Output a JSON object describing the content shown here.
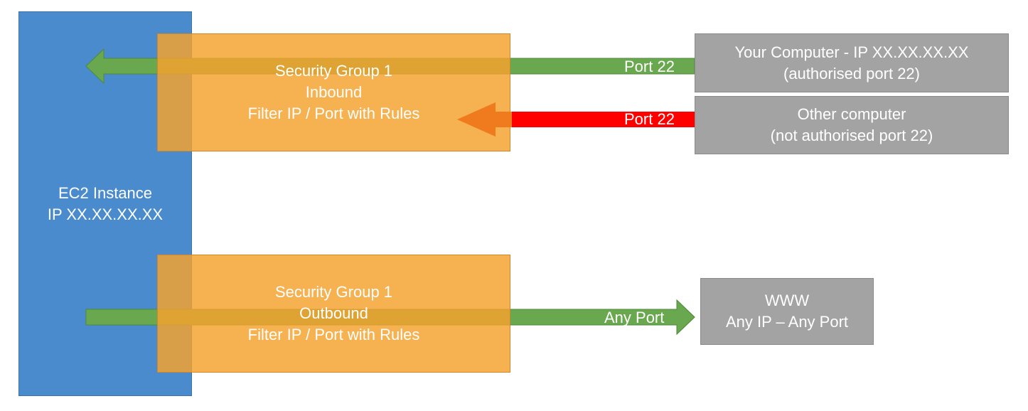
{
  "ec2": {
    "line1": "EC2 Instance",
    "line2": "IP XX.XX.XX.XX"
  },
  "sg_inbound": {
    "line1": "Security Group 1",
    "line2": "Inbound",
    "line3": "Filter IP / Port with Rules"
  },
  "sg_outbound": {
    "line1": "Security Group 1",
    "line2": "Outbound",
    "line3": "Filter IP / Port with Rules"
  },
  "your_computer": {
    "line1": "Your Computer - IP XX.XX.XX.XX",
    "line2": "(authorised port 22)"
  },
  "other_computer": {
    "line1": "Other computer",
    "line2": "(not authorised port 22)"
  },
  "www": {
    "line1": "WWW",
    "line2": "Any IP – Any Port"
  },
  "arrows": {
    "allowed_inbound_label": "Port 22",
    "blocked_inbound_label": "Port 22",
    "outbound_label": "Any Port"
  },
  "colors": {
    "ec2": "#4a8bcd",
    "security_group": "#f4a22e",
    "computer": "#a3a3a3",
    "allowed_arrow": "#6aa84f",
    "blocked_arrow": "#ff0000",
    "blocked_arrowhead": "#f07b1e"
  }
}
